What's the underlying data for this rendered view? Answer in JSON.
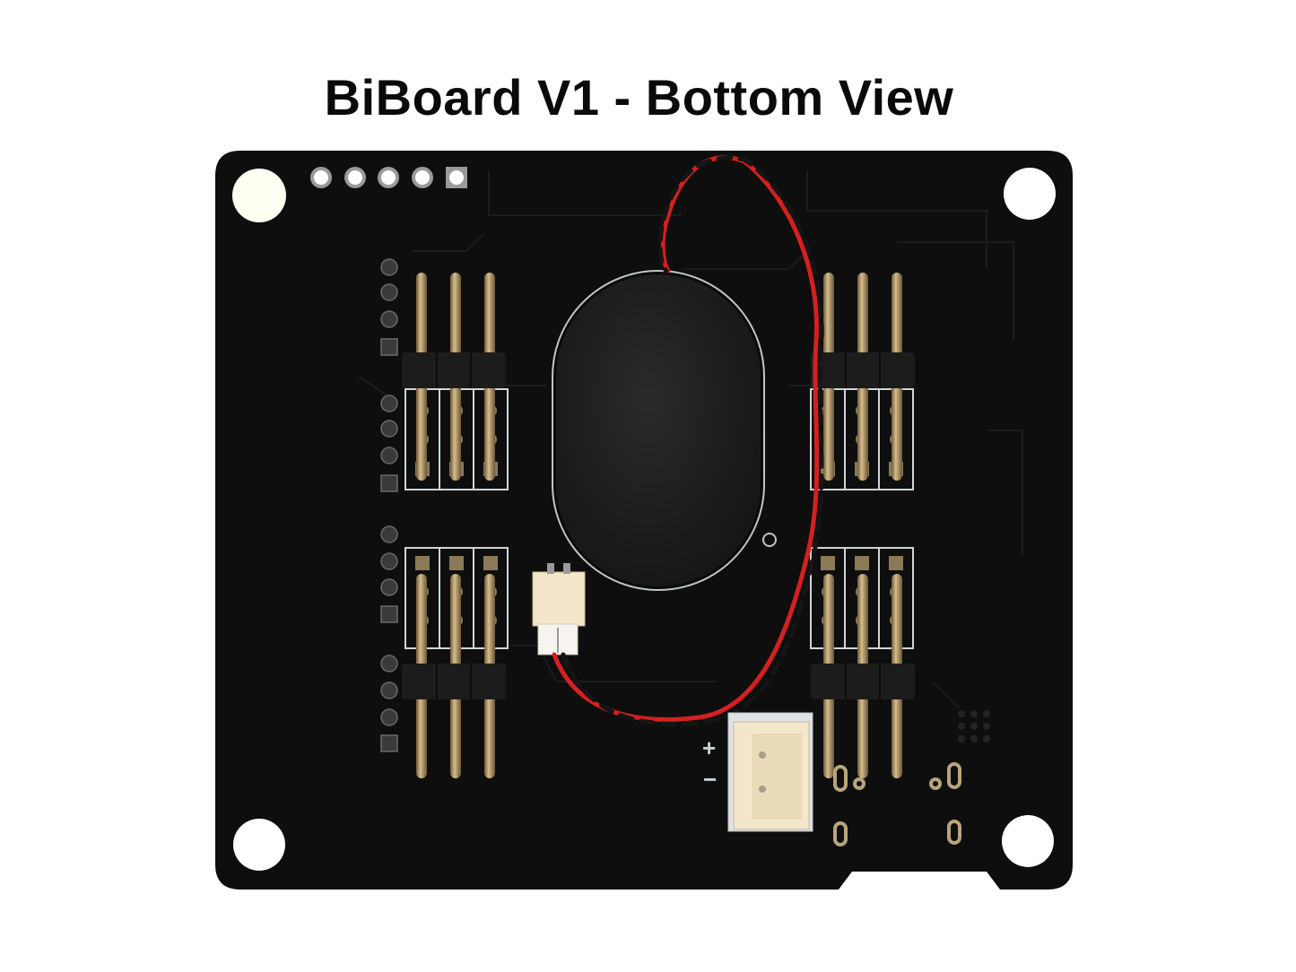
{
  "title": "BiBoard V1 - Bottom View",
  "board": {
    "name": "BiBoard V1",
    "view": "Bottom View",
    "pcb_color": "#0e0e0e",
    "silkscreen_color": "#d8dde0",
    "header_pin_color": "#b89a6a",
    "wire_colors": [
      "#d42020",
      "#151515"
    ],
    "connector_color": "#f2e4c8",
    "mounting_holes": 4,
    "top_pads": 5,
    "pin_headers": [
      {
        "position": "top-left",
        "pins": 3
      },
      {
        "position": "top-right",
        "pins": 3
      },
      {
        "position": "bottom-left",
        "pins": 3
      },
      {
        "position": "bottom-right",
        "pins": 3
      }
    ],
    "components": [
      {
        "name": "speaker",
        "shape": "oval"
      },
      {
        "name": "speaker-connector",
        "type": "2-pin JST"
      },
      {
        "name": "power-connector",
        "type": "2-pin JST"
      }
    ],
    "power_labels": {
      "plus": "+",
      "minus": "−"
    }
  }
}
